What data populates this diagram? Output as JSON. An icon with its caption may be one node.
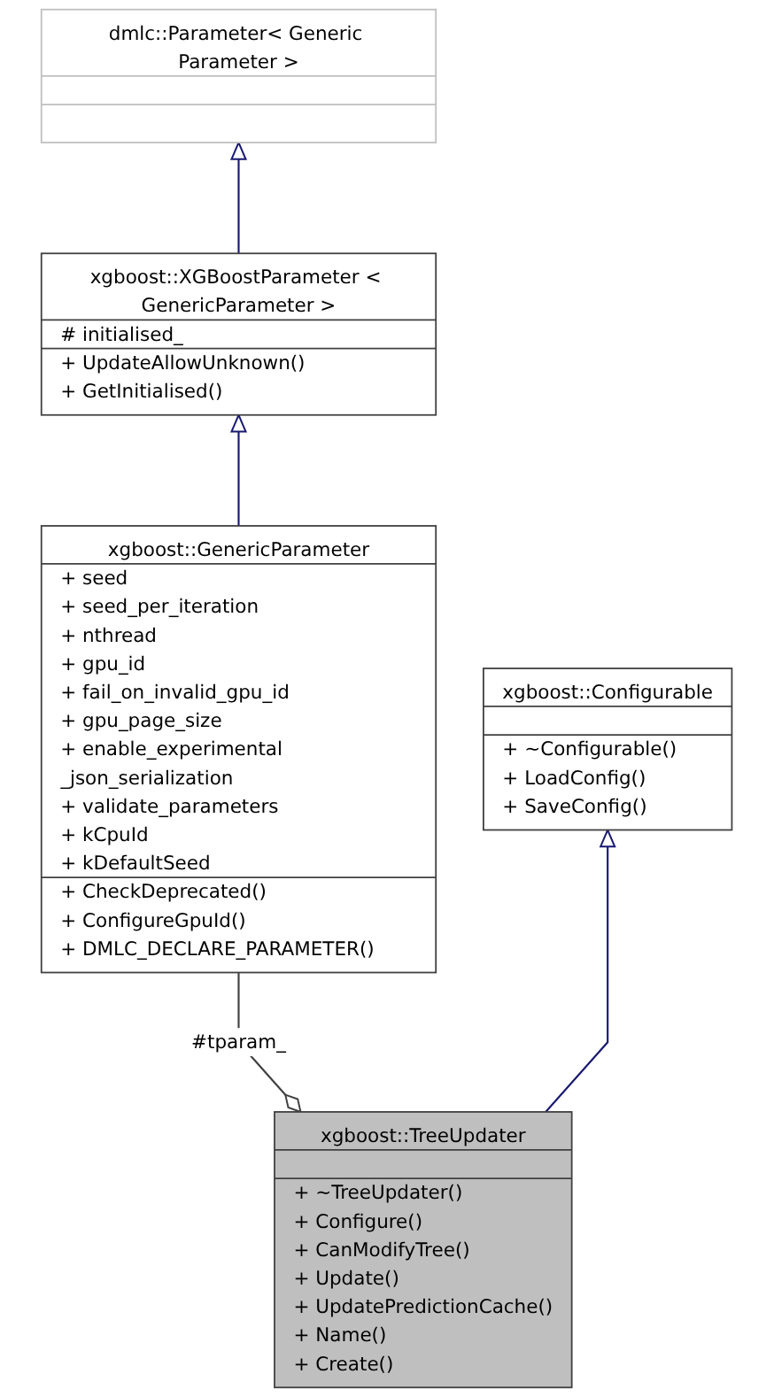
{
  "diagram": {
    "nodes": [
      {
        "text": [
          "dmlc::Parameter< Generic Parameter >"
        ]
      },
      {
        "text": [
          "xgboost::XGBoostParameter < GenericParameter >",
          "# initialised_",
          "+ UpdateAllowUnknown()",
          "+ GetInitialised()"
        ]
      },
      {
        "text": [
          "xgboost::GenericParameter",
          "+ seed",
          "+ seed_per_iteration",
          "+ nthread",
          "+ gpu_id",
          "+ fail_on_invalid_gpu_id",
          "+ gpu_page_size",
          "+ enable_experimental _json_serialization",
          "+ validate_parameters",
          "+ kCpuId",
          "+ kDefaultSeed",
          "+ CheckDeprecated()",
          "+ ConfigureGpuId()",
          "+ DMLC_DECLARE_PARAMETER()"
        ]
      },
      {
        "text": [
          "xgboost::Configurable",
          "+ ~Configurable()",
          "+ LoadConfig()",
          "+ SaveConfig()"
        ]
      },
      {
        "text": [
          "xgboost::TreeUpdater",
          "+ ~TreeUpdater()",
          "+ Configure()",
          "+ CanModifyTree()",
          "+ Update()",
          "+ UpdatePredictionCache()",
          "+ Name()",
          "+ Create()"
        ]
      }
    ],
    "edges": [
      {
        "from": 1,
        "to": 0,
        "arrow": "to"
      },
      {
        "from": 2,
        "to": 1,
        "arrow": "to"
      },
      {
        "from": 4,
        "to": 3,
        "arrow": "to"
      },
      {
        "from": 4,
        "to": 2,
        "arrow": "other",
        "label": "#tparam_",
        "color": "#404040"
      }
    ]
  }
}
